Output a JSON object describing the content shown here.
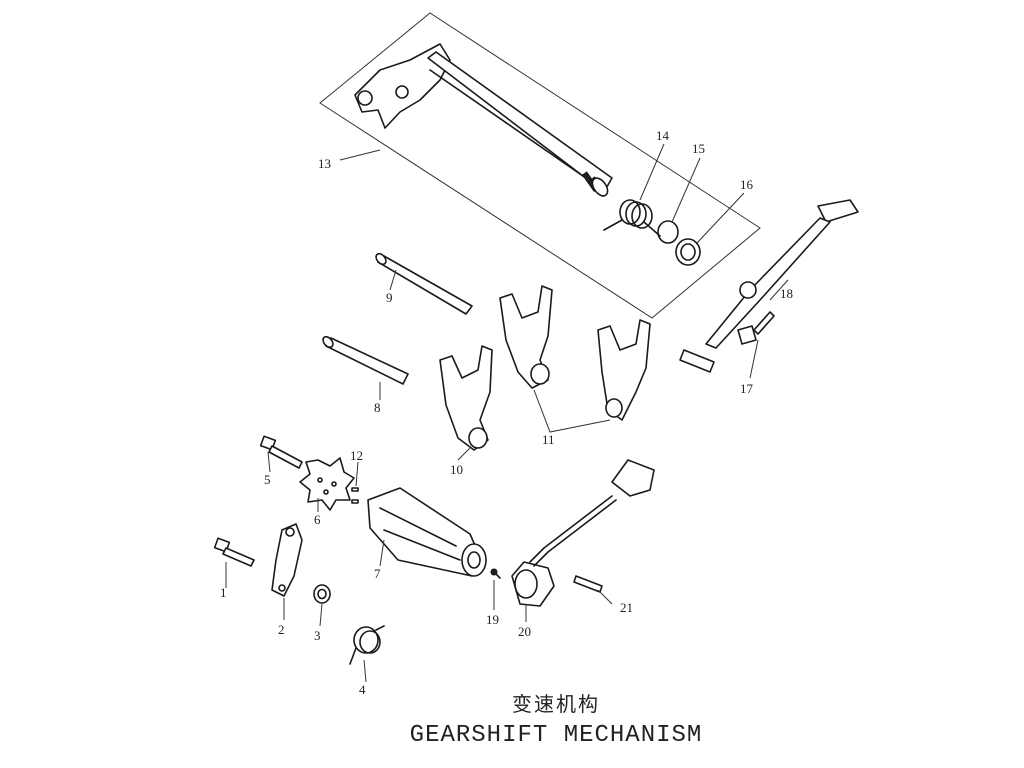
{
  "title_cn": "变速机构",
  "title_en": "GEARSHIFT MECHANISM",
  "parts": [
    {
      "id": "p1",
      "number": "1"
    },
    {
      "id": "p2",
      "number": "2"
    },
    {
      "id": "p3",
      "number": "3"
    },
    {
      "id": "p4",
      "number": "4"
    },
    {
      "id": "p5",
      "number": "5"
    },
    {
      "id": "p6",
      "number": "6"
    },
    {
      "id": "p7",
      "number": "7"
    },
    {
      "id": "p8",
      "number": "8"
    },
    {
      "id": "p9",
      "number": "9"
    },
    {
      "id": "p10",
      "number": "10"
    },
    {
      "id": "p11",
      "number": "11"
    },
    {
      "id": "p12",
      "number": "12"
    },
    {
      "id": "p13",
      "number": "13"
    },
    {
      "id": "p14",
      "number": "14"
    },
    {
      "id": "p15",
      "number": "15"
    },
    {
      "id": "p16",
      "number": "16"
    },
    {
      "id": "p17",
      "number": "17"
    },
    {
      "id": "p18",
      "number": "18"
    },
    {
      "id": "p19",
      "number": "19"
    },
    {
      "id": "p20",
      "number": "20"
    },
    {
      "id": "p21",
      "number": "21"
    }
  ]
}
